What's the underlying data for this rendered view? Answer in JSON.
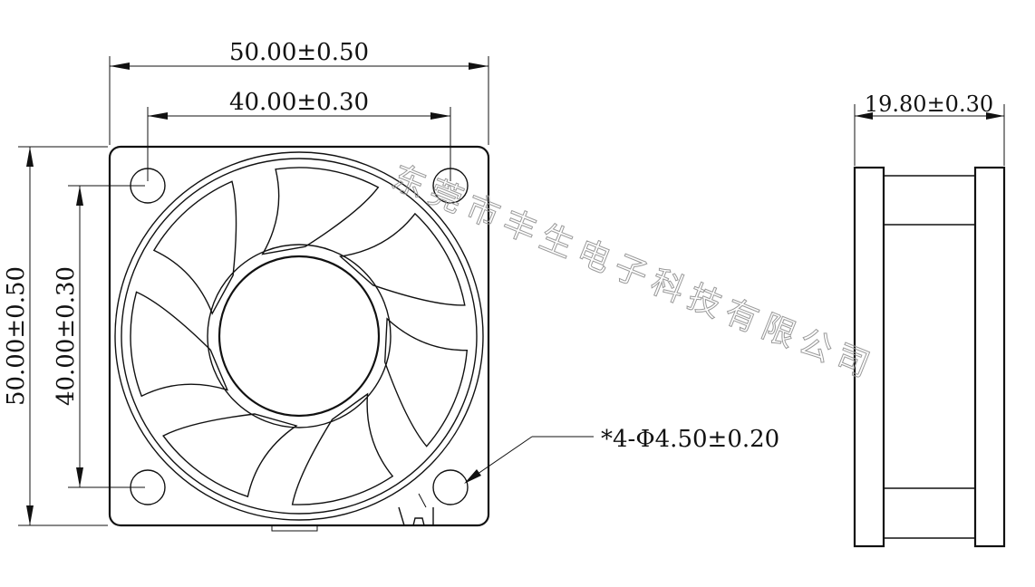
{
  "front_view": {
    "overall_width": "50.00±0.50",
    "hole_spacing_width": "40.00±0.30",
    "overall_height": "50.00±0.50",
    "hole_spacing_height": "40.00±0.30",
    "mounting_hole_callout": "*4-Φ4.50±0.20"
  },
  "side_view": {
    "thickness": "19.80±0.30"
  },
  "watermark": "东莞市丰生电子科技有限公司",
  "blade_count": 7
}
